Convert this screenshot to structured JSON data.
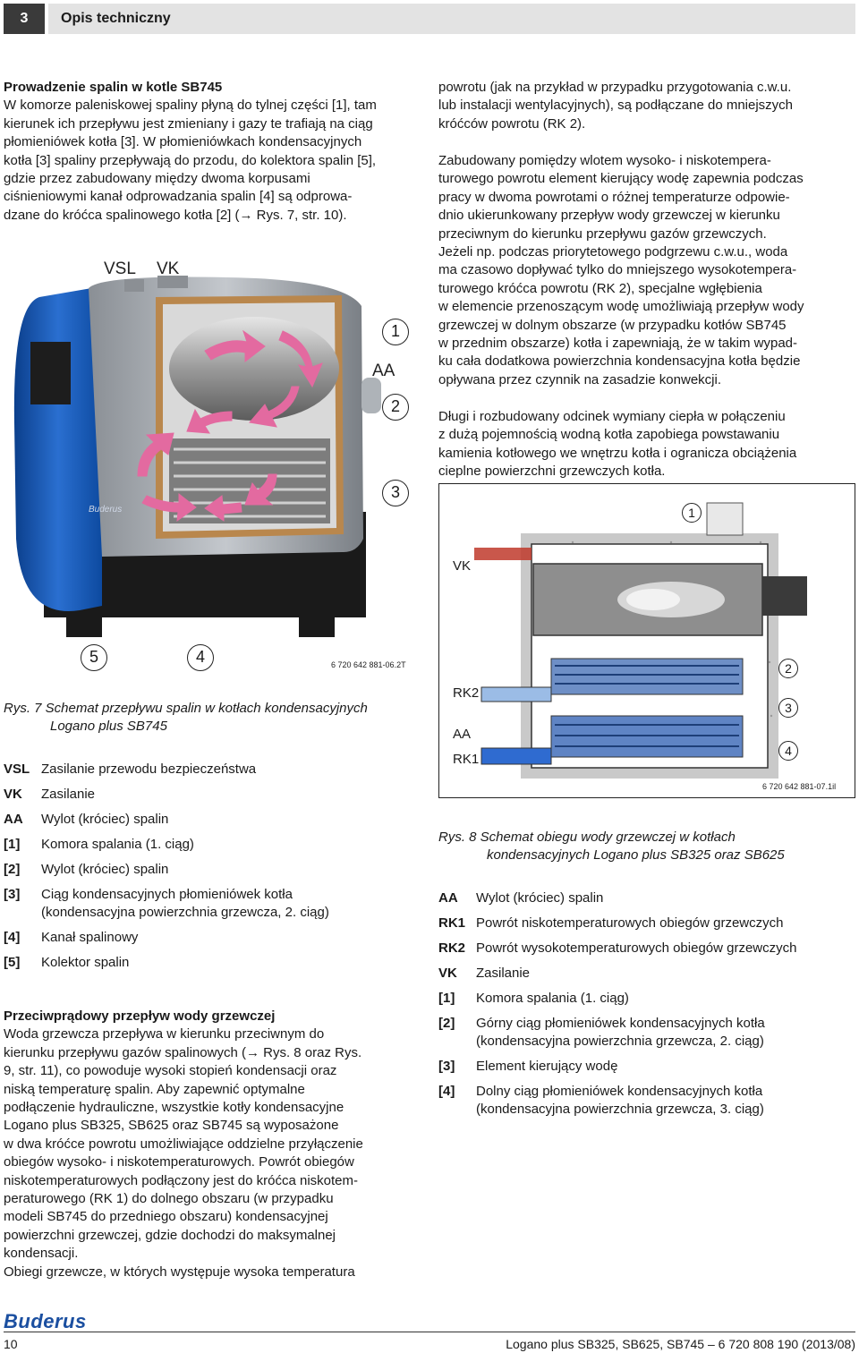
{
  "header": {
    "chapter": "3",
    "title": "Opis techniczny"
  },
  "left": {
    "heading1": "Prowadzenie spalin w kotle SB745",
    "para1_lines": [
      "W komorze paleniskowej spaliny płyną do tylnej części [1], tam",
      "kierunek ich przepływu jest zmieniany i gazy te trafiają na ciąg",
      "płomieniówek kotła [3]. W płomieniówkach kondensacyjnych",
      "kotła [3] spaliny przepływają do przodu, do kolektora spalin [5],",
      "gdzie przez zabudowany między dwoma korpusami",
      "ciśnieniowymi kanał odprowadzania spalin [4] są odprowa-",
      "dzane do króćca spalinowego kotła [2] (→ Rys. 7, str. 10)."
    ],
    "figure7": {
      "labels": {
        "vsl": "VSL",
        "vk": "VK",
        "aa": "AA",
        "n1": "1",
        "n2": "2",
        "n3": "3",
        "n4": "4",
        "n5": "5"
      },
      "code": "6 720 642 881-06.2T",
      "caption_line1": "Rys. 7 Schemat przepływu spalin w kotłach kondensacyjnych",
      "caption_line2": "Logano plus SB745"
    },
    "legend": [
      {
        "key": "VSL",
        "text": "Zasilanie przewodu bezpieczeństwa"
      },
      {
        "key": "VK",
        "text": "Zasilanie"
      },
      {
        "key": "AA",
        "text": "Wylot (króciec) spalin"
      },
      {
        "key": "[1]",
        "text": "Komora spalania (1. ciąg)"
      },
      {
        "key": "[2]",
        "text": "Wylot (króciec) spalin"
      },
      {
        "key": "[3]",
        "text": "Ciąg kondensacyjnych płomieniówek kotła (kondensacyjna powierzchnia grzewcza, 2. ciąg)"
      },
      {
        "key": "[4]",
        "text": "Kanał spalinowy"
      },
      {
        "key": "[5]",
        "text": "Kolektor spalin"
      }
    ],
    "heading2": "Przeciwprądowy przepływ wody grzewczej",
    "para2_lines": [
      "Woda grzewcza przepływa w kierunku przeciwnym do",
      "kierunku przepływu gazów spalinowych (→ Rys. 8 oraz Rys.",
      "9, str. 11), co powoduje wysoki stopień kondensacji oraz",
      "niską temperaturę spalin. Aby zapewnić optymalne",
      "podłączenie hydrauliczne, wszystkie kotły kondensacyjne",
      "Logano plus SB325, SB625 oraz SB745 są wyposażone",
      "w dwa króćce powrotu umożliwiające oddzielne przyłączenie",
      "obiegów wysoko- i niskotemperaturowych. Powrót obiegów",
      "niskotemperaturowych podłączony jest do króćca niskotem-",
      "peraturowego (RK 1) do dolnego obszaru (w przypadku",
      "modeli SB745 do przedniego obszaru) kondensacyjnej",
      "powierzchni grzewczej, gdzie dochodzi do maksymalnej",
      "kondensacji.",
      "Obiegi grzewcze, w których występuje wysoka temperatura"
    ]
  },
  "right": {
    "para1_lines": [
      "powrotu (jak na przykład w przypadku przygotowania c.w.u.",
      "lub instalacji wentylacyjnych), są podłączane do mniejszych",
      "króćców powrotu (RK 2)."
    ],
    "para2_lines": [
      "Zabudowany pomiędzy wlotem wysoko- i niskotempera-",
      "turowego powrotu element kierujący wodę zapewnia podczas",
      "pracy w dwoma powrotami o różnej temperaturze odpowie-",
      "dnio ukierunkowany przepływ wody grzewczej w kierunku",
      "przeciwnym do kierunku przepływu gazów grzewczych.",
      "Jeżeli np. podczas priorytetowego podgrzewu c.w.u., woda",
      "ma czasowo dopływać tylko do mniejszego wysokotempera-",
      "turowego króćca powrotu (RK 2), specjalne wgłębienia",
      "w elemencie przenoszącym wodę umożliwiają przepływ wody",
      "grzewczej w dolnym obszarze (w przypadku kotłów SB745",
      "w przednim obszarze) kotła i zapewniają, że w takim wypad-",
      "ku cała dodatkowa powierzchnia kondensacyjna kotła będzie",
      "opływana przez czynnik na zasadzie konwekcji."
    ],
    "para3_lines": [
      "Długi i rozbudowany odcinek wymiany ciepła w połączeniu",
      "z dużą pojemnością wodną kotła zapobiega powstawaniu",
      "kamienia kotłowego we wnętrzu kotła i ogranicza obciążenia",
      "cieplne powierzchni grzewczych kotła."
    ],
    "figure8": {
      "labels": {
        "vk": "VK",
        "rk2": "RK2",
        "aa": "AA",
        "rk1": "RK1",
        "n1": "1",
        "n2": "2",
        "n3": "3",
        "n4": "4"
      },
      "code": "6 720 642 881-07.1il",
      "caption_line1": "Rys. 8 Schemat obiegu wody grzewczej w kotłach",
      "caption_line2": "kondensacyjnych Logano plus SB325 oraz SB625"
    },
    "legend": [
      {
        "key": "AA",
        "text": "Wylot (króciec) spalin"
      },
      {
        "key": "RK1",
        "text": "Powrót niskotemperaturowych obiegów grzewczych"
      },
      {
        "key": "RK2",
        "text": "Powrót wysokotemperaturowych obiegów grzewczych"
      },
      {
        "key": "VK",
        "text": "Zasilanie"
      },
      {
        "key": "[1]",
        "text": "Komora spalania (1. ciąg)"
      },
      {
        "key": "[2]",
        "text": "Górny ciąg płomieniówek kondensacyjnych kotła (kondensacyjna powierzchnia grzewcza, 2. ciąg)"
      },
      {
        "key": "[3]",
        "text": "Element kierujący wodę"
      },
      {
        "key": "[4]",
        "text": "Dolny ciąg płomieniówek kondensacyjnych kotła (kondensacyjna powierzchnia grzewcza, 3. ciąg)"
      }
    ]
  },
  "footer": {
    "logo": "Buderus",
    "page": "10",
    "doc": "Logano plus SB325, SB625, SB745 – 6 720 808 190 (2013/08)"
  }
}
